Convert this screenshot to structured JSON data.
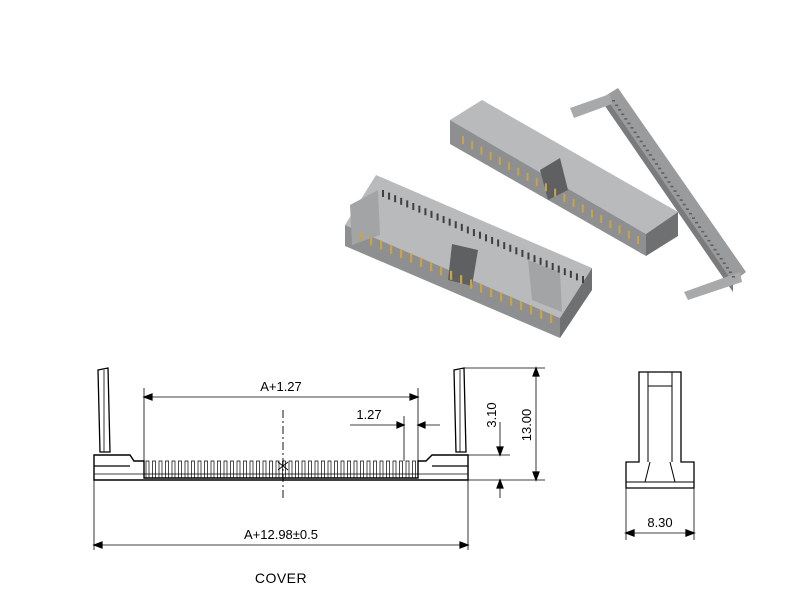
{
  "drawing": {
    "dim_top": "A+1.27",
    "dim_pitch": "1.27",
    "dim_height_small": "3.10",
    "dim_height_total": "13.00",
    "dim_bottom": "A+12.98±0.5",
    "dim_side_width": "8.30",
    "caption": "COVER"
  },
  "colors": {
    "housing": "#8e8f91",
    "housing_light": "#b9babc",
    "housing_dark": "#5f6062",
    "pin_gold": "#c9a34a",
    "line": "#000000"
  }
}
